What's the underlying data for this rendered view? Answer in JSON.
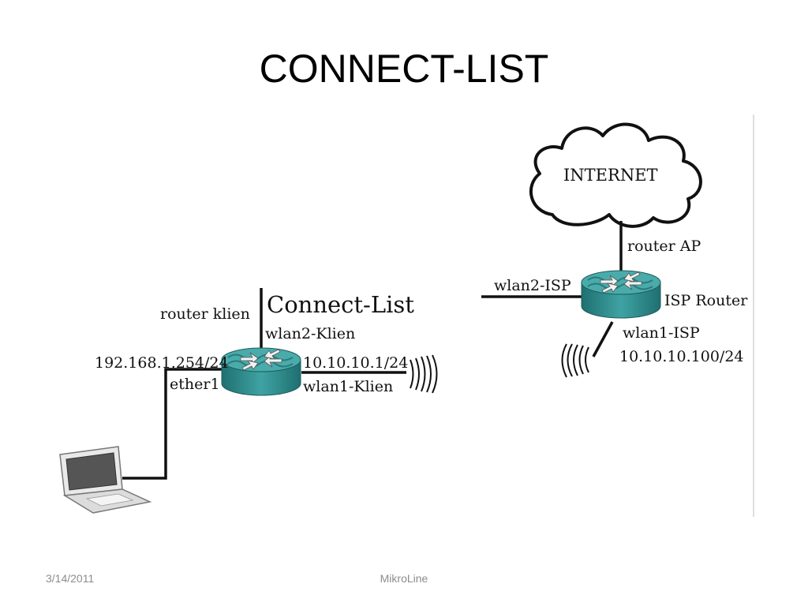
{
  "slide": {
    "title": "CONNECT-LIST",
    "footer_date": "3/14/2011",
    "footer_center": "MikroLine"
  },
  "diagram": {
    "heading": "Connect-List",
    "internet_label": "INTERNET",
    "client_router": {
      "router_label": "router klien",
      "wlan2_label": "wlan2-Klien",
      "ether_ip": "192.168.1.254/24",
      "ether_label": "ether1",
      "wlan1_ip": "10.10.10.1/24",
      "wlan1_label": "wlan1-Klien"
    },
    "isp_router": {
      "uplink_label": "router AP",
      "wlan2_label": "wlan2-ISP",
      "router_label": "ISP Router",
      "wlan1_label": "wlan1-ISP",
      "wlan1_ip": "10.10.10.100/24"
    },
    "colors": {
      "router_body": "#2f8f90",
      "router_top": "#43a8a8",
      "line": "#111111"
    },
    "icons": [
      "cloud-icon",
      "router-icon",
      "laptop-icon",
      "wireless-waves-icon"
    ]
  }
}
